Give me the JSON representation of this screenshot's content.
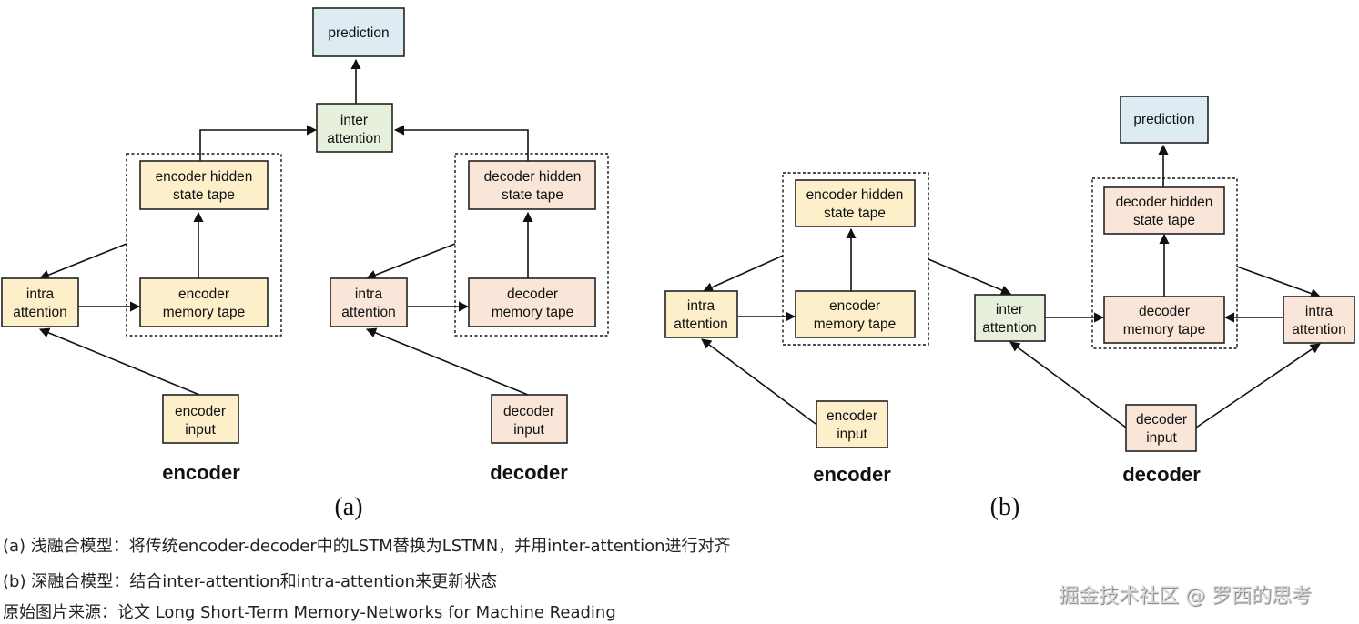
{
  "colors": {
    "encoder_fill": "#fcefca",
    "decoder_fill": "#f9e6d9",
    "inter_fill": "#e6f0dd",
    "prediction_fill": "#dcecf2"
  },
  "panel_a": {
    "label": "(a)",
    "encoder_label": "encoder",
    "decoder_label": "decoder",
    "nodes": {
      "prediction": [
        "prediction"
      ],
      "inter_attention": [
        "inter",
        "attention"
      ],
      "enc_hidden": [
        "encoder hidden",
        "state tape"
      ],
      "enc_memory": [
        "encoder",
        "memory tape"
      ],
      "enc_intra": [
        "intra",
        "attention"
      ],
      "enc_input": [
        "encoder",
        "input"
      ],
      "dec_hidden": [
        "decoder hidden",
        "state tape"
      ],
      "dec_memory": [
        "decoder",
        "memory tape"
      ],
      "dec_intra": [
        "intra",
        "attention"
      ],
      "dec_input": [
        "decoder",
        "input"
      ]
    }
  },
  "panel_b": {
    "label": "(b)",
    "encoder_label": "encoder",
    "decoder_label": "decoder",
    "nodes": {
      "prediction": [
        "prediction"
      ],
      "inter_attention": [
        "inter",
        "attention"
      ],
      "enc_hidden": [
        "encoder hidden",
        "state tape"
      ],
      "enc_memory": [
        "encoder",
        "memory tape"
      ],
      "enc_intra": [
        "intra",
        "attention"
      ],
      "enc_input": [
        "encoder",
        "input"
      ],
      "dec_hidden": [
        "decoder hidden",
        "state tape"
      ],
      "dec_memory": [
        "decoder",
        "memory tape"
      ],
      "dec_intra": [
        "intra",
        "attention"
      ],
      "dec_input": [
        "decoder",
        "input"
      ]
    }
  },
  "captions": [
    "(a) 浅融合模型：将传统encoder-decoder中的LSTM替换为LSTMN，并用inter-attention进行对齐",
    "(b) 深融合模型：结合inter-attention和intra-attention来更新状态",
    "原始图片来源：论文 Long Short-Term Memory-Networks for Machine Reading"
  ],
  "watermark": "掘金技术社区 @ 罗西的思考"
}
